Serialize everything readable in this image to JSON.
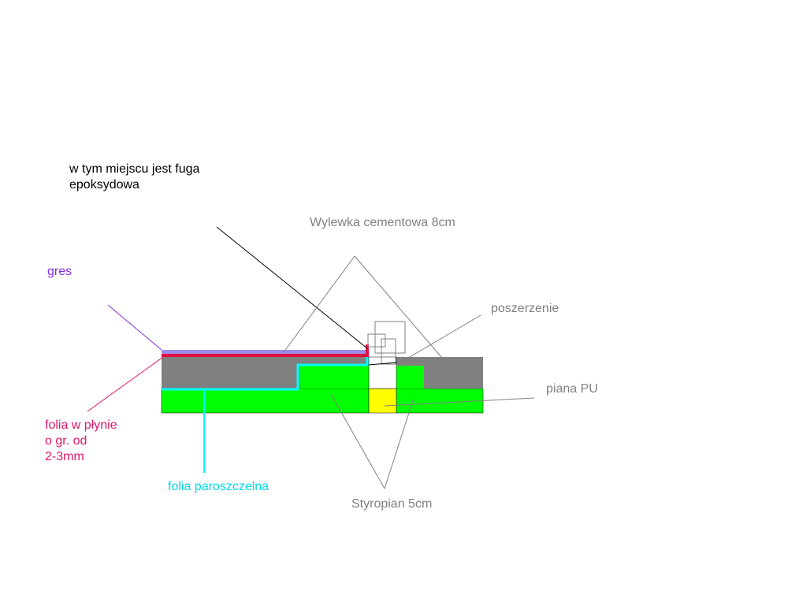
{
  "labels": {
    "fuga_line1": "w tym miejscu jest fuga",
    "fuga_line2": "epoksydowa",
    "wylewka": "Wylewka cementowa 8cm",
    "gres": "gres",
    "poszerzenie": "poszerzenie",
    "piana": "piana PU",
    "folia_plyn_line1": "folia w płynie",
    "folia_plyn_line2": "o gr. od",
    "folia_plyn_line3": "2-3mm",
    "paroszczelna": "folia paroszczelna",
    "styropian": "Styropian 5cm"
  },
  "colors": {
    "cement": "#808080",
    "styrofoam": "#00ff00",
    "pu_foam": "#ffff00",
    "gres": "#9c8ce8",
    "liquid_membrane": "#e01040",
    "vapor_barrier": "#00ffff",
    "label_gray": "#808080",
    "label_gres": "#8a2be2",
    "label_folia_plyn": "#e0176b",
    "label_paroszczelna": "#00d8e8",
    "leader_dark": "#000000",
    "leader_gray": "#808080"
  }
}
